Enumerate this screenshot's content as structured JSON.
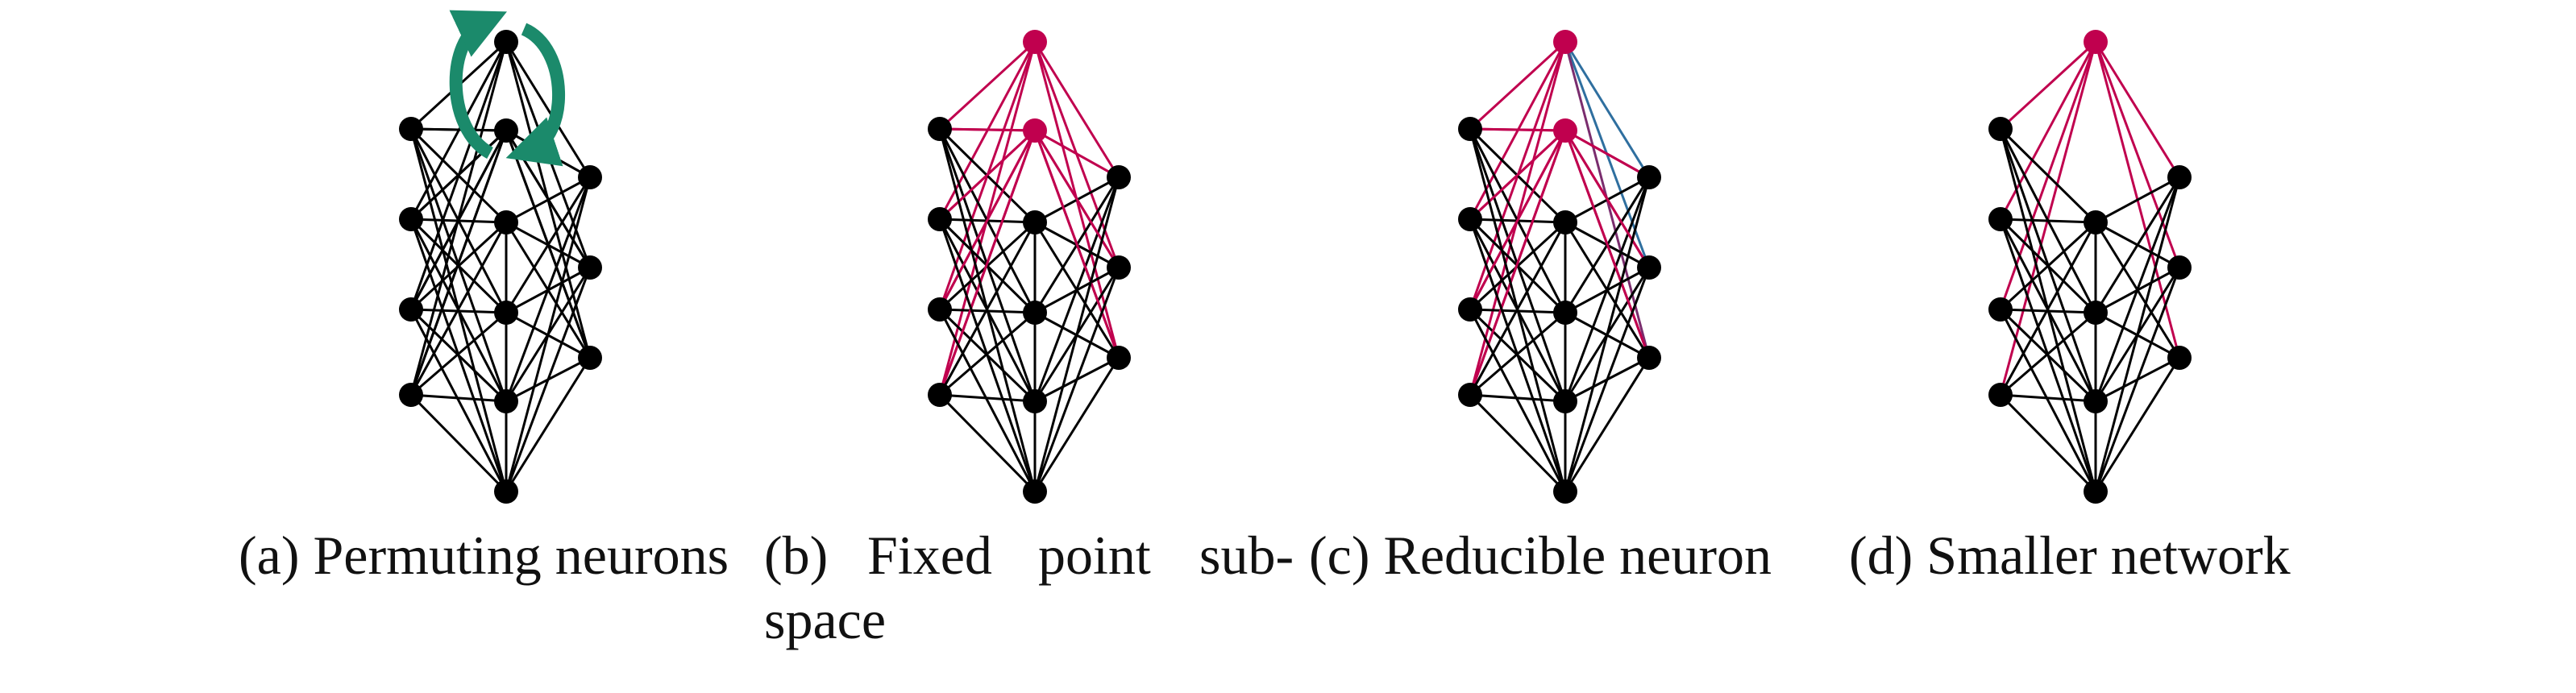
{
  "colors": {
    "background": "#ffffff",
    "node": "#000000",
    "edge": "#000000",
    "highlight": "#c0004e",
    "blue_edge": "#2f6f9f",
    "purple_edge": "#7a2d6e",
    "arrow": "#1b8a6b"
  },
  "panels": [
    {
      "id": "a",
      "caption": "(a) Permuting neurons",
      "highlight_nodes": [],
      "hidden_nodes": [],
      "permutation_arrows": true
    },
    {
      "id": "b",
      "caption_words": [
        "(b)",
        "Fixed",
        "point",
        "sub-",
        "space"
      ],
      "highlight_nodes": [
        "h0",
        "h1"
      ],
      "hidden_nodes": [],
      "permutation_arrows": false
    },
    {
      "id": "c",
      "caption": "(c) Reducible neuron",
      "highlight_nodes": [
        "h0",
        "h1"
      ],
      "hidden_nodes": [],
      "permutation_arrows": false,
      "blue_edges_from": "h0"
    },
    {
      "id": "d",
      "caption": "(d) Smaller network",
      "highlight_nodes": [
        "h0"
      ],
      "hidden_nodes": [
        "h1"
      ],
      "permutation_arrows": false
    }
  ]
}
